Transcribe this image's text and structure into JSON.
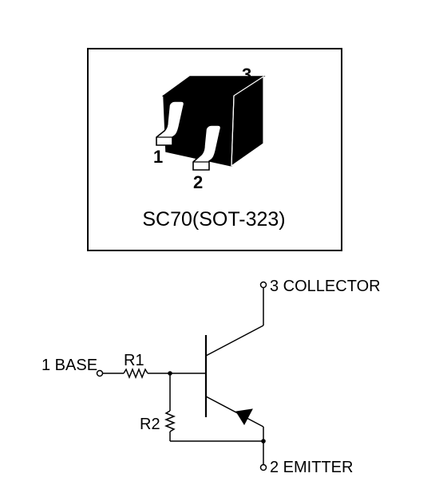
{
  "package": {
    "name": "SC70(SOT-323)",
    "pins": {
      "pin1": "1",
      "pin2": "2",
      "pin3": "3"
    }
  },
  "schematic": {
    "collector": "3 COLLECTOR",
    "base": "1 BASE",
    "emitter": "2 EMITTER",
    "r1": "R1",
    "r2": "R2"
  }
}
